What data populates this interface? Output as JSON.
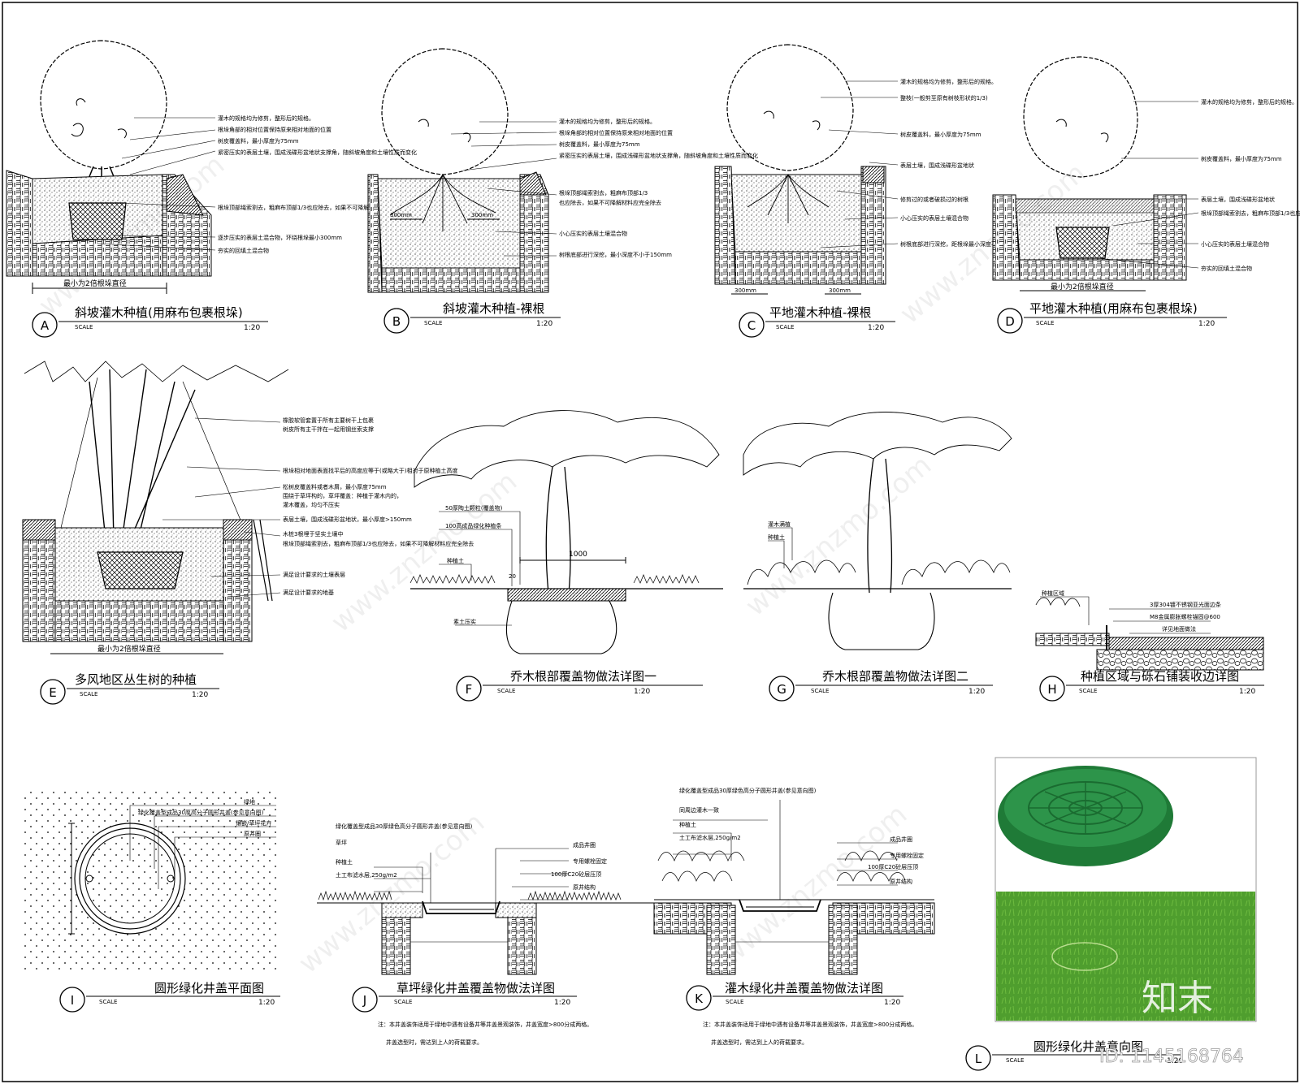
{
  "details": [
    {
      "letter": "A",
      "title": "斜坡灌木种植(用麻布包裹根垛)",
      "scale_label": "SCALE",
      "scale": "1:20",
      "dimension": "最小为2倍根垛直径",
      "notes": [
        "灌木的规格均为修剪，整形后的规格。",
        "根垛角部的相对位置保持原来相对地面的位置",
        "树皮覆盖料，最小厚度为75mm",
        "紧密压实的表层土壤，围成浅碟形盆地状支撑角，随斜坡角度和土壤性质而变化",
        "根垛顶部绳索割去，粗麻布顶部1/3也应除去，如果不可降解材料应完全除去",
        "逐步压实的表层土混合物，环绕根垛最小300mm",
        "夯实的回填土混合物"
      ]
    },
    {
      "letter": "B",
      "title": "斜坡灌木种植-裸根",
      "scale_label": "SCALE",
      "scale": "1:20",
      "dim_left": "300mm",
      "dim_right": "300mm",
      "notes": [
        "灌木的规格均为修剪，整形后的规格。",
        "根垛角部的相对位置保持原来相对地面的位置",
        "树皮覆盖料，最小厚度为75mm",
        "紧密压实的表层土壤，围成浅碟形盆地状支撑角，随斜坡角度和土壤性质而变化",
        "根垛顶部绳索割去，粗麻布顶部1/3",
        "也应除去，如果不可降解材料应完全除去",
        "小心压实的表层土壤混合物",
        "树根底部进行深挖，最小深度不小于150mm"
      ]
    },
    {
      "letter": "C",
      "title": "平地灌木种植-裸根",
      "scale_label": "SCALE",
      "scale": "1:20",
      "dim_left": "300mm",
      "dim_right": "300mm",
      "notes": [
        "灌木的规格均为修剪，整形后的规格。",
        "整枝(一般剪至原有树枝形状的1/3)",
        "树皮覆盖料，最小厚度为75mm",
        "表层土壤，围成浅碟形盆地状",
        "修剪过的或者破损过的树根",
        "小心压实的表层土壤混合物",
        "树根底部进行深挖，距根垛最小深度不小于150mm"
      ]
    },
    {
      "letter": "D",
      "title": "平地灌木种植(用麻布包裹根垛)",
      "scale_label": "SCALE",
      "scale": "1:20",
      "dimension": "最小为2倍根垛直径",
      "notes": [
        "灌木的规格均为修剪，整形后的规格。",
        "树皮覆盖料，最小厚度为75mm",
        "表层土壤，围成浅碟形盆地状",
        "根垛顶部绳索割去，粗麻布顶部1/3也应除去，如果不可降解材料应完全除去",
        "小心压实的表层土壤混合物",
        "夯实的回填土混合物"
      ]
    },
    {
      "letter": "E",
      "title": "多风地区丛生树的种植",
      "scale_label": "SCALE",
      "scale": "1:20",
      "dimension": "最小为2倍根垛直径",
      "notes": [
        "橡胶软管套置于所有主要树干上包裹",
        "树皮所有主干拌在一起用钢丝索支撑",
        "根垛相对地面表面找平后的高度应等于(或略大于)相对于原种植土高度",
        "松树皮覆盖料或者木屑，最小厚度75mm",
        "围绕于草坪构的，草坪覆盖：种植于灌木内的，",
        "灌木覆盖，均匀不压实",
        "表层土壤，围成浅碟形盆地状，最小厚度>150mm",
        "木桩3根埋于坚实土壤中",
        "根垛顶部绳索割去，粗麻布顶部1/3也应除去，如果不可降解材料应完全除去",
        "满足设计要求的土壤表层",
        "满足设计要求的地基"
      ]
    },
    {
      "letter": "F",
      "title": "乔木根部覆盖物做法详图一",
      "scale_label": "SCALE",
      "scale": "1:20",
      "notes": [
        "50厚陶土颗粒(覆盖物)",
        "100高成品绿化种植条",
        "种植土",
        "素土压实"
      ],
      "dim_1000": "1000",
      "dim_20": "20"
    },
    {
      "letter": "G",
      "title": "乔木根部覆盖物做法详图二",
      "scale_label": "SCALE",
      "scale": "1:20",
      "notes": [
        "灌木满植",
        "种植土"
      ]
    },
    {
      "letter": "H",
      "title": "种植区域与砾石铺装收边详图",
      "scale_label": "SCALE",
      "scale": "1:20",
      "notes": [
        "种植区域",
        "3厚304镀不锈钢亚光面边条",
        "M8金属膨胀螺栓锚固@600",
        "详见地面做法"
      ]
    },
    {
      "letter": "I",
      "title": "圆形绿化井盖平面图",
      "scale_label": "SCALE",
      "scale": "1:20",
      "notes": [
        "绿地",
        "绿化覆盖型成品30厚高分子圆形井盖(参见意向图)",
        "镶嵌/草坪花卉",
        "原井圈"
      ]
    },
    {
      "letter": "J",
      "title": "草坪绿化井盖覆盖物做法详图",
      "scale_label": "SCALE",
      "scale": "1:20",
      "notes_left": [
        "绿化覆盖型成品30厚绿色高分子圆形井盖(参见意向图)",
        "草坪",
        "种植土",
        "土工布滤水层,250g/m2"
      ],
      "notes_right": [
        "成品井圈",
        "专用螺栓固定",
        "100厚C20砼层压顶",
        "原井结构"
      ],
      "footnote_1": "注：本井盖装饰适用于绿地中遇有设备井等井盖景观装饰，井盖宽度>800分成两格。",
      "footnote_2": "井盖选型时，需达到上人的荷载要求。"
    },
    {
      "letter": "K",
      "title": "灌木绿化井盖覆盖物做法详图",
      "scale_label": "SCALE",
      "scale": "1:20",
      "notes_left": [
        "绿化覆盖型成品30厚绿色高分子圆形井盖(参见意向图)",
        "同周边灌木一致",
        "种植土",
        "土工布滤水层,250g/m2"
      ],
      "notes_right": [
        "成品井圈",
        "专用螺栓固定",
        "100厚C20砼层压顶",
        "原井结构"
      ],
      "footnote_1": "注：本井盖装饰适用于绿地中遇有设备井等井盖景观装饰，井盖宽度>800分成两格。",
      "footnote_2": "井盖选型时，需达到上人的荷载要求。"
    },
    {
      "letter": "L",
      "title": "圆形绿化井盖意向图",
      "scale_label": "SCALE",
      "scale": "1:20"
    }
  ],
  "watermark": {
    "site": "www.znzmo.com",
    "logo": "知末",
    "id_text": "ID: 1145168764"
  },
  "colors": {
    "line": "#000000",
    "photo_green_dark": "#1f7a37",
    "grass_green": "#4f9e2e"
  }
}
